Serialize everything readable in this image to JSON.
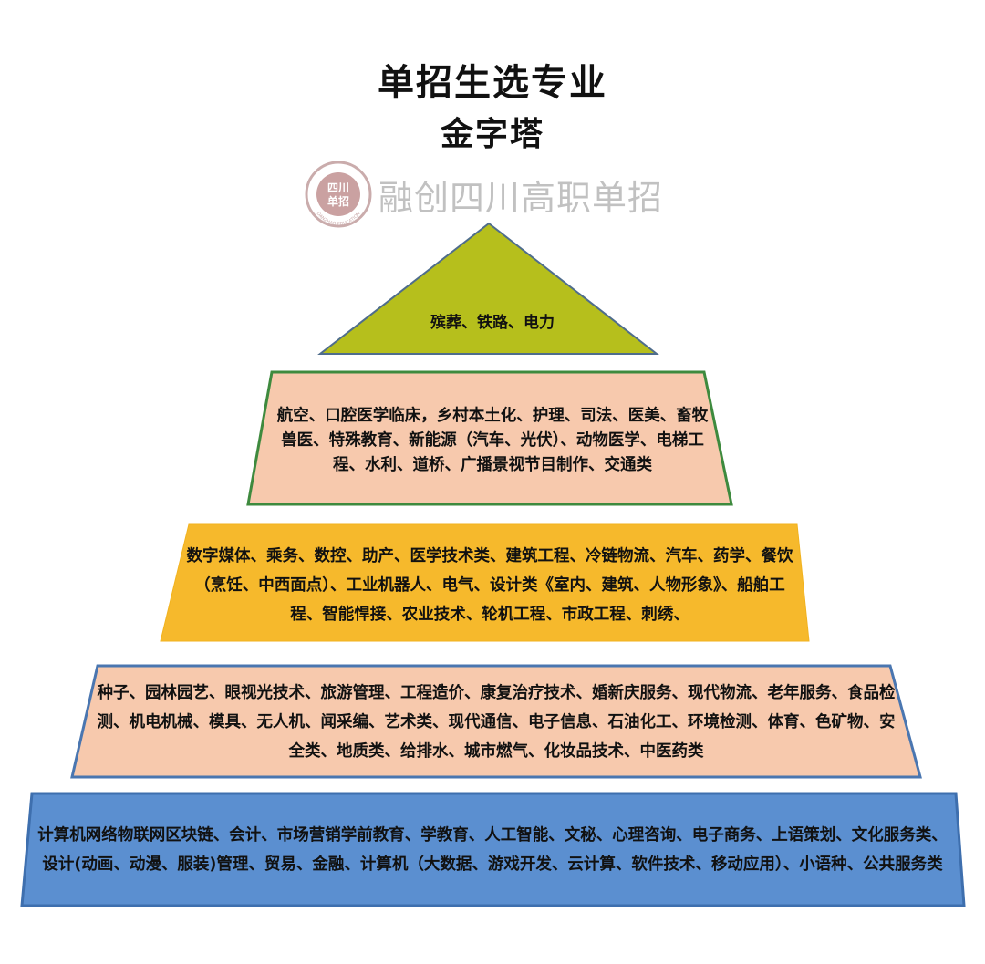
{
  "title": "单招生选专业",
  "subtitle": "金字塔",
  "watermark": {
    "seal_top": "四川",
    "seal_bottom": "单招",
    "seal_ring": "DANZHAO EDUCATION",
    "text": "融创四川高职单招"
  },
  "tiers": [
    {
      "text": "殡葬、铁路、电力",
      "fill": "#b6bf1c",
      "stroke": "#4f6d8c"
    },
    {
      "text": "航空、口腔医学临床，乡村本土化、护理、司法、医美、畜牧兽医、特殊教育、新能源（汽车、光伏）、动物医学、电梯工程、水利、道桥、广播景视节目制作、交通类",
      "fill": "#f7c9ad",
      "stroke": "#3e8a3e"
    },
    {
      "text": "数字媒体、乘务、数控、助产、医学技术类、建筑工程、冷链物流、汽车、药学、餐饮（烹饪、中西面点）、工业机器人、电气、设计类《室内、建筑、人物形象》、船舶工程、智能悍接、农业技术、轮机工程、市政工程、刺绣、",
      "fill": "#f6b92c",
      "stroke": "#f1b21e"
    },
    {
      "text": "种子、园林园艺、眼视光技术、旅游管理、工程造价、康复治疗技术、婚新庆服务、现代物流、老年服务、食品检测、机电机械、模具、无人机、闻采编、艺术类、现代通信、电子信息、石油化工、环境检测、体育、色矿物、安全类、地质类、给排水、城市燃气、化妆品技术、中医药类",
      "fill": "#f7c9ad",
      "stroke": "#4a76b0"
    },
    {
      "text": "计算机网络物联网区块链、会计、市场营销学前教育、学教育、人工智能、文秘、心理咨询、电子商务、上语策划、文化服务类、设计(动画、动漫、服装)管理、贸易、金融、计算机（大数据、游戏开发、云计算、软件技术、移动应用）、小语种、公共服务类",
      "fill": "#5b8fd0",
      "stroke": "#3e6fae"
    }
  ]
}
